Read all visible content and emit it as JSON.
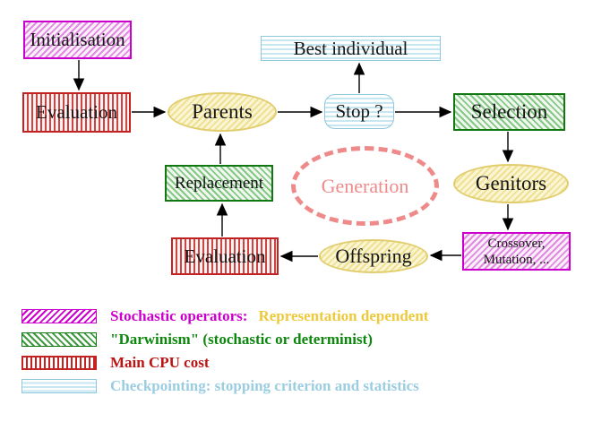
{
  "nodes": {
    "initialisation": "Initialisation",
    "evaluation_top": "Evaluation",
    "parents": "Parents",
    "best_individual": "Best individual",
    "stop": "Stop ?",
    "selection": "Selection",
    "replacement": "Replacement",
    "generation": "Generation",
    "genitors": "Genitors",
    "crossover_line1": "Crossover,",
    "crossover_line2": "Mutation, ...",
    "offspring": "Offspring",
    "evaluation_bottom": "Evaluation"
  },
  "legend": {
    "stochastic_label": "Stochastic operators:",
    "representation_label": "Representation dependent",
    "darwinism_label": "\"Darwinism\" (stochastic or determinist)",
    "cpu_label": "Main CPU cost",
    "checkpointing_label": "Checkpointing: stopping criterion and statistics"
  },
  "colors": {
    "magenta": "#cc00cc",
    "magenta_hatch": "#e08ae0",
    "green_dark": "#117711",
    "green_hatch": "#85c785",
    "legend_green_hatch": "#3f9a3f",
    "red": "#c32222",
    "red_stripe": "#cc4545",
    "cyan_border": "#8ec8dc",
    "cyan_stripe": "#c6e6f1",
    "yellow_border": "#e2cd6e",
    "yellow_fill": "#faf5d2",
    "yellow_hatch": "#efe093",
    "coral": "#ef8a8a",
    "legend_yellow": "#edc93b",
    "legend_green_text": "#0d870d",
    "legend_red_text": "#ba1414",
    "legend_cyan_text": "#9bcde2",
    "arrow": "#000000"
  }
}
